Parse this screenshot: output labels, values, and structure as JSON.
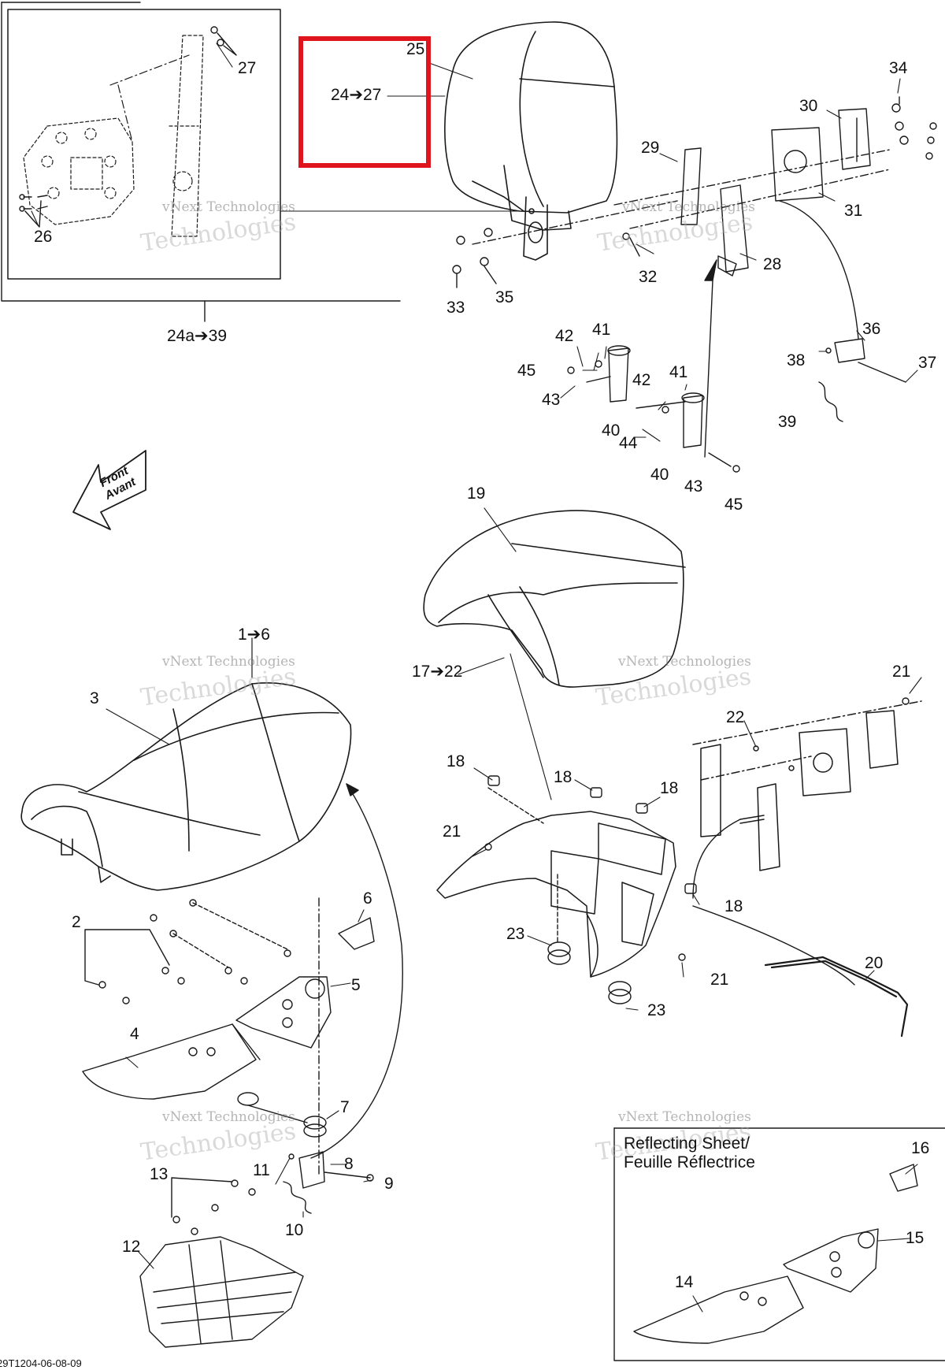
{
  "diagram": {
    "highlight_color": "#e0141c",
    "watermark_line1": "vNext Technologies",
    "watermark_line2": "Technologies",
    "front_arrow": {
      "line1": "Front",
      "line2": "Avant"
    },
    "reflecting_sheet": {
      "line1": "Reflecting Sheet/",
      "line2": "Feuille Réflectrice"
    },
    "drawing_code": "29T1204-06-08-09",
    "labels": {
      "l1_6": "1➔6",
      "l2": "2",
      "l3": "3",
      "l4": "4",
      "l5": "5",
      "l6": "6",
      "l7": "7",
      "l8": "8",
      "l9": "9",
      "l10": "10",
      "l11": "11",
      "l12": "12",
      "l13": "13",
      "l14": "14",
      "l15": "15",
      "l16": "16",
      "l17_22": "17➔22",
      "l18a": "18",
      "l18b": "18",
      "l18c": "18",
      "l18d": "18",
      "l19": "19",
      "l20": "20",
      "l21a": "21",
      "l21b": "21",
      "l21c": "21",
      "l22": "22",
      "l23a": "23",
      "l23b": "23",
      "l24_27": "24➔27",
      "l24a_39": "24a➔39",
      "l25": "25",
      "l26": "26",
      "l27": "27",
      "l28": "28",
      "l29": "29",
      "l30": "30",
      "l31": "31",
      "l32": "32",
      "l33": "33",
      "l34": "34",
      "l35": "35",
      "l36": "36",
      "l37": "37",
      "l38": "38",
      "l39": "39",
      "l40a": "40",
      "l40b": "40",
      "l41a": "41",
      "l41b": "41",
      "l42a": "42",
      "l42b": "42",
      "l43a": "43",
      "l43b": "43",
      "l44": "44",
      "l45a": "45",
      "l45b": "45"
    }
  }
}
